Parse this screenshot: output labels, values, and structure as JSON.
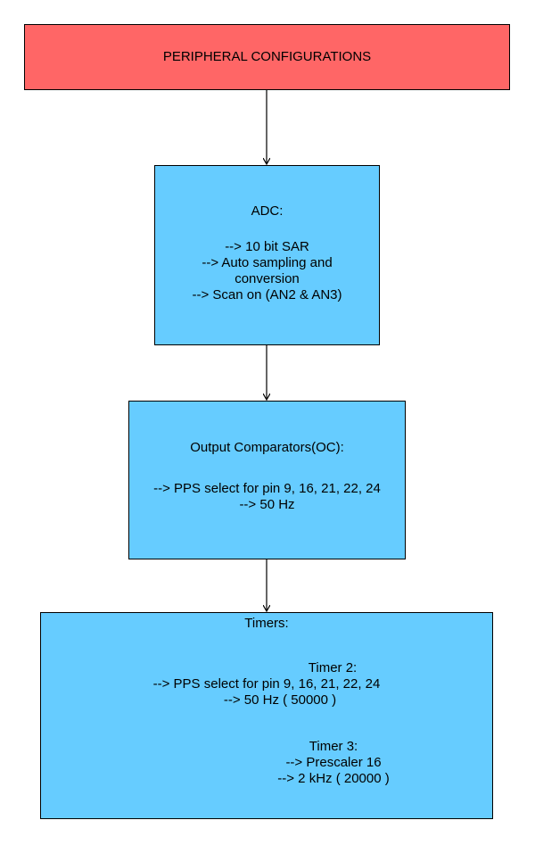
{
  "colors": {
    "header_fill": "#ff6666",
    "block_fill": "#66ccff",
    "stroke": "#000000"
  },
  "diagram": {
    "peripheral": {
      "title": "PERIPHERAL CONFIGURATIONS"
    },
    "adc": {
      "title": "ADC:",
      "lines": [
        "--> 10 bit SAR",
        "--> Auto sampling and",
        "conversion",
        "--> Scan on (AN2 & AN3)"
      ]
    },
    "oc": {
      "title": "Output Comparators(OC):",
      "lines": [
        "--> PPS select for pin 9, 16, 21, 22, 24",
        "--> 50 Hz"
      ]
    },
    "timers": {
      "title": "Timers:",
      "timer2": {
        "title": "Timer 2:",
        "lines": [
          "--> PPS select for pin 9, 16, 21, 22, 24",
          "--> 50 Hz ( 50000 )"
        ]
      },
      "timer3": {
        "title": "Timer 3:",
        "lines": [
          "--> Prescaler 16",
          "--> 2 kHz ( 20000 )"
        ]
      }
    }
  }
}
